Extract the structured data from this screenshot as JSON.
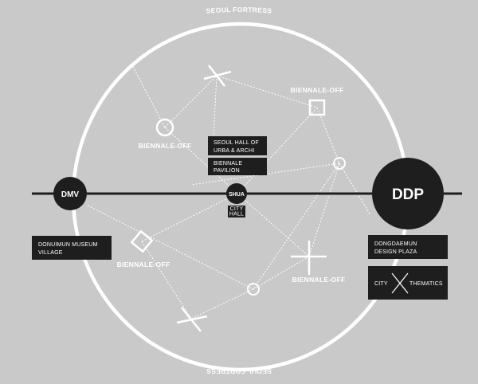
{
  "title_top": "SEOUL FORTRESS",
  "title_bottom": "SEOUL FORTRESS",
  "colors": {
    "background": "#c8c9c8",
    "dark": "#1e1e1e",
    "light": "#ffffff"
  },
  "nodes": {
    "dmv": "DMV",
    "shua": "SHUA",
    "ddp": "DDP",
    "city_hall": [
      "CITY",
      "HALL"
    ]
  },
  "labels": {
    "biennale_off": "BIENNALE-OFF"
  },
  "boxes": {
    "seoul_hall": [
      "SEOUL HALL OF",
      "URBA & ARCHI"
    ],
    "biennale_pavilion": [
      "BIENNALE",
      "PAVILION"
    ],
    "donuimun": [
      "DONUIMUN MUSEUM",
      "VILLAGE"
    ],
    "dongdaemun": [
      "DONGDAEMUN",
      "DESIGN PLAZA"
    ],
    "city_thematics": {
      "left": "CITY",
      "right": "THEMATICS"
    }
  }
}
